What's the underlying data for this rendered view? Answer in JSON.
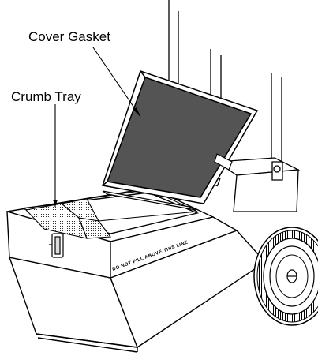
{
  "callouts": {
    "cover_gasket": "Cover Gasket",
    "crumb_tray": "Crumb Tray"
  },
  "labels": {
    "fill_line_warning": "DO NOT FILL ABOVE THIS LINE"
  }
}
